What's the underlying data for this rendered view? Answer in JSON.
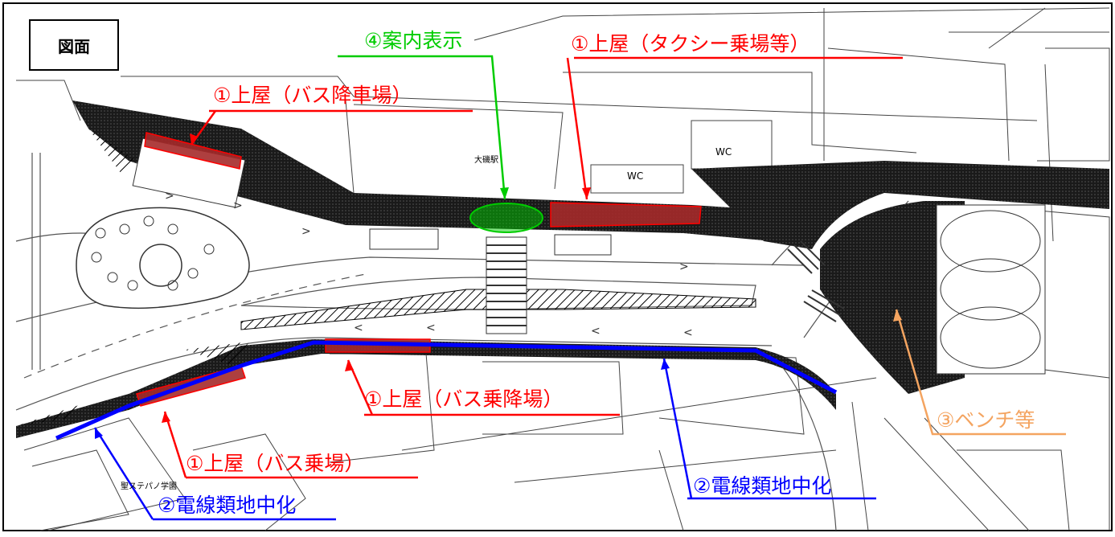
{
  "title": "図面",
  "station_label": "大磯駅",
  "school_label": "聖ステパノ学園",
  "wc_labels": [
    "WC",
    "WC"
  ],
  "labels": {
    "roof_taxi": "①上屋（タクシー乗場等）",
    "roof_bus_alight": "①上屋（バス降車場）",
    "roof_bus_board_alight": "①上屋（バス乗降場）",
    "roof_bus_board": "①上屋（バス乗場）",
    "guide_sign": "④案内表示",
    "bench": "③ベンチ等",
    "underground_1": "②電線類地中化",
    "underground_2": "②電線類地中化"
  },
  "colors": {
    "roof": "#ff0000",
    "underground": "#0000ff",
    "sign": "#00cc00",
    "bench": "#f4a460",
    "paving": "#1a1a1a",
    "roof_fill": "#a52a2a"
  }
}
